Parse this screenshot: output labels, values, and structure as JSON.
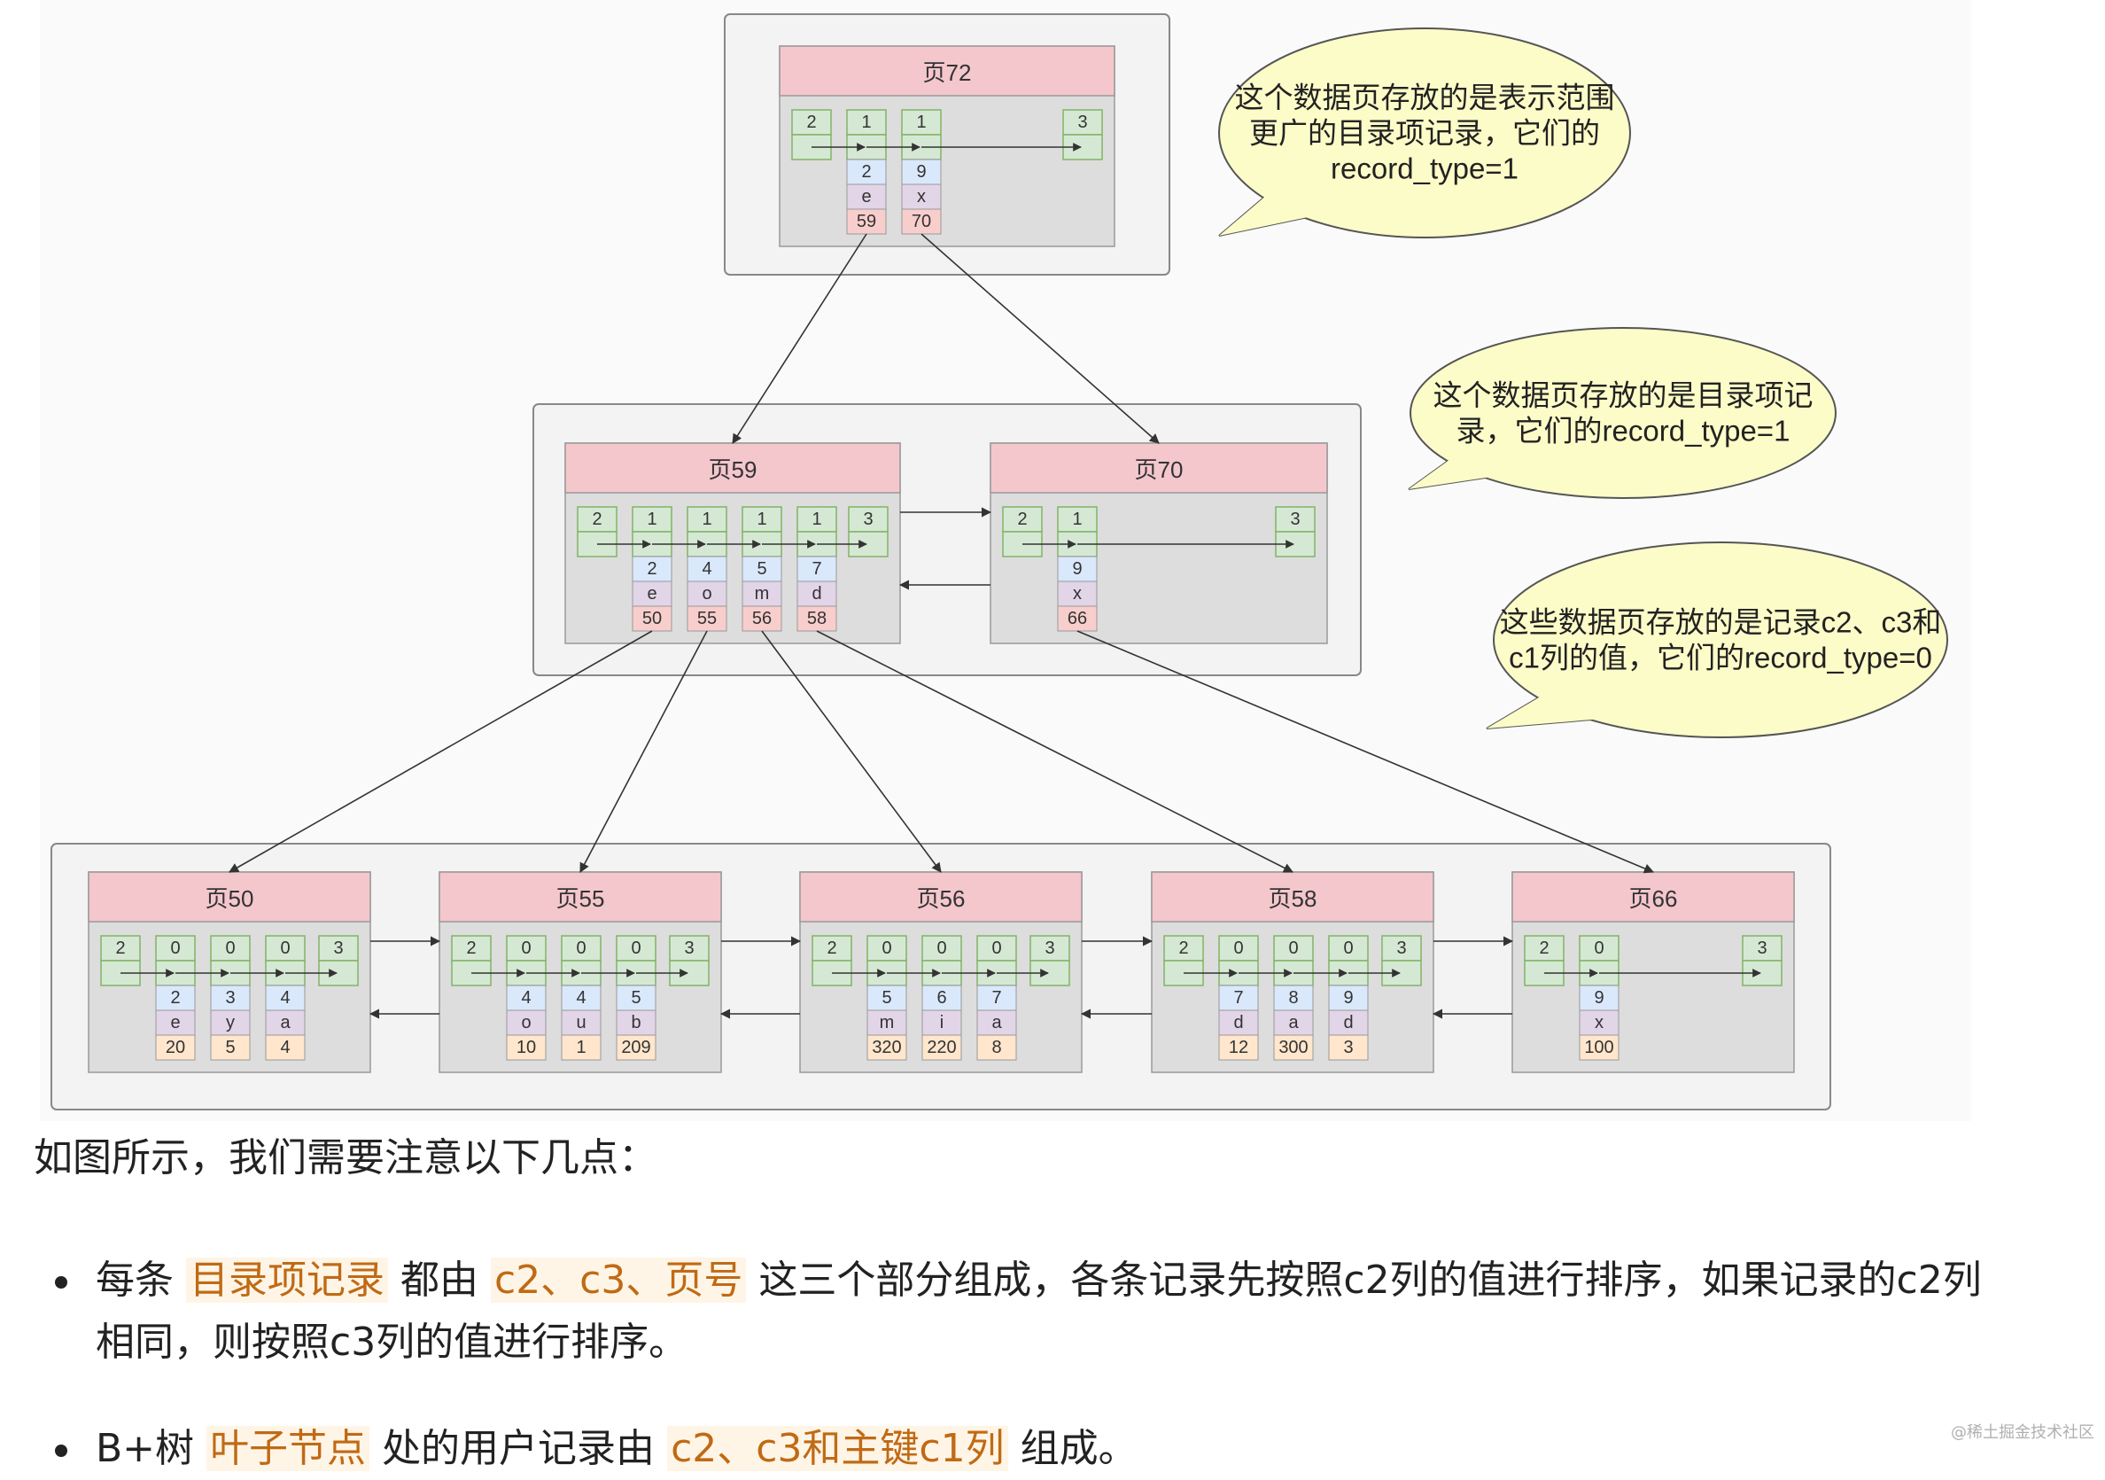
{
  "diagram": {
    "root": {
      "title": "页72",
      "left_slot": "2",
      "right_slot": "3",
      "records": [
        {
          "type": "1",
          "c2": "2",
          "c3": "e",
          "page": "59"
        },
        {
          "type": "1",
          "c2": "9",
          "c3": "x",
          "page": "70"
        }
      ]
    },
    "internal": [
      {
        "title": "页59",
        "left_slot": "2",
        "right_slot": "3",
        "records": [
          {
            "type": "1",
            "c2": "2",
            "c3": "e",
            "page": "50"
          },
          {
            "type": "1",
            "c2": "4",
            "c3": "o",
            "page": "55"
          },
          {
            "type": "1",
            "c2": "5",
            "c3": "m",
            "page": "56"
          },
          {
            "type": "1",
            "c2": "7",
            "c3": "d",
            "page": "58"
          }
        ]
      },
      {
        "title": "页70",
        "left_slot": "2",
        "right_slot": "3",
        "records": [
          {
            "type": "1",
            "c2": "9",
            "c3": "x",
            "page": "66"
          }
        ]
      }
    ],
    "leaves": [
      {
        "title": "页50",
        "left_slot": "2",
        "right_slot": "3",
        "records": [
          {
            "type": "0",
            "c2": "2",
            "c3": "e",
            "c1": "20"
          },
          {
            "type": "0",
            "c2": "3",
            "c3": "y",
            "c1": "5"
          },
          {
            "type": "0",
            "c2": "4",
            "c3": "a",
            "c1": "4"
          }
        ]
      },
      {
        "title": "页55",
        "left_slot": "2",
        "right_slot": "3",
        "records": [
          {
            "type": "0",
            "c2": "4",
            "c3": "o",
            "c1": "10"
          },
          {
            "type": "0",
            "c2": "4",
            "c3": "u",
            "c1": "1"
          },
          {
            "type": "0",
            "c2": "5",
            "c3": "b",
            "c1": "209"
          }
        ]
      },
      {
        "title": "页56",
        "left_slot": "2",
        "right_slot": "3",
        "records": [
          {
            "type": "0",
            "c2": "5",
            "c3": "m",
            "c1": "320"
          },
          {
            "type": "0",
            "c2": "6",
            "c3": "i",
            "c1": "220"
          },
          {
            "type": "0",
            "c2": "7",
            "c3": "a",
            "c1": "8"
          }
        ]
      },
      {
        "title": "页58",
        "left_slot": "2",
        "right_slot": "3",
        "records": [
          {
            "type": "0",
            "c2": "7",
            "c3": "d",
            "c1": "12"
          },
          {
            "type": "0",
            "c2": "8",
            "c3": "a",
            "c1": "300"
          },
          {
            "type": "0",
            "c2": "9",
            "c3": "d",
            "c1": "3"
          }
        ]
      },
      {
        "title": "页66",
        "left_slot": "2",
        "right_slot": "3",
        "records": [
          {
            "type": "0",
            "c2": "9",
            "c3": "x",
            "c1": "100"
          }
        ]
      }
    ],
    "callouts": [
      {
        "lines": [
          "这个数据页存放的是表示范围",
          "更广的目录项记录，它们的",
          "record_type=1"
        ]
      },
      {
        "lines": [
          "这个数据页存放的是目录项记",
          "录，它们的record_type=1"
        ]
      },
      {
        "lines": [
          "这些数据页存放的是记录c2、c3和",
          "c1列的值，它们的record_type=0"
        ]
      }
    ],
    "colors": {
      "title_bg": "#f4c7cc",
      "page_bg": "#dddddd",
      "group_bg": "#f3f3f3",
      "type_bg": "#d5e8d4",
      "type_border": "#82b366",
      "c2_bg": "#dae8fc",
      "c3_bg": "#e1d5e7",
      "key_bg": "#f8cecc",
      "c1_bg": "#ffe6cc",
      "callout_bg": "#fcfcc8"
    }
  },
  "text": {
    "intro": "如图所示，我们需要注意以下几点：",
    "bullet1": {
      "p1": "每条",
      "h1": "目录项记录",
      "p2": "都由",
      "h2": "c2、c3、页号",
      "p3": "这三个部分组成，各条记录先按照c2列的值进行排序，如果记录的c2列相同，则按照c3列的值进行排序。"
    },
    "bullet2": {
      "p1": "B+树",
      "h1": "叶子节点",
      "p2": "处的用户记录由",
      "h2": "c2、c3和主键c1列",
      "p3": "组成。"
    },
    "watermark": "@稀土掘金技术社区"
  }
}
